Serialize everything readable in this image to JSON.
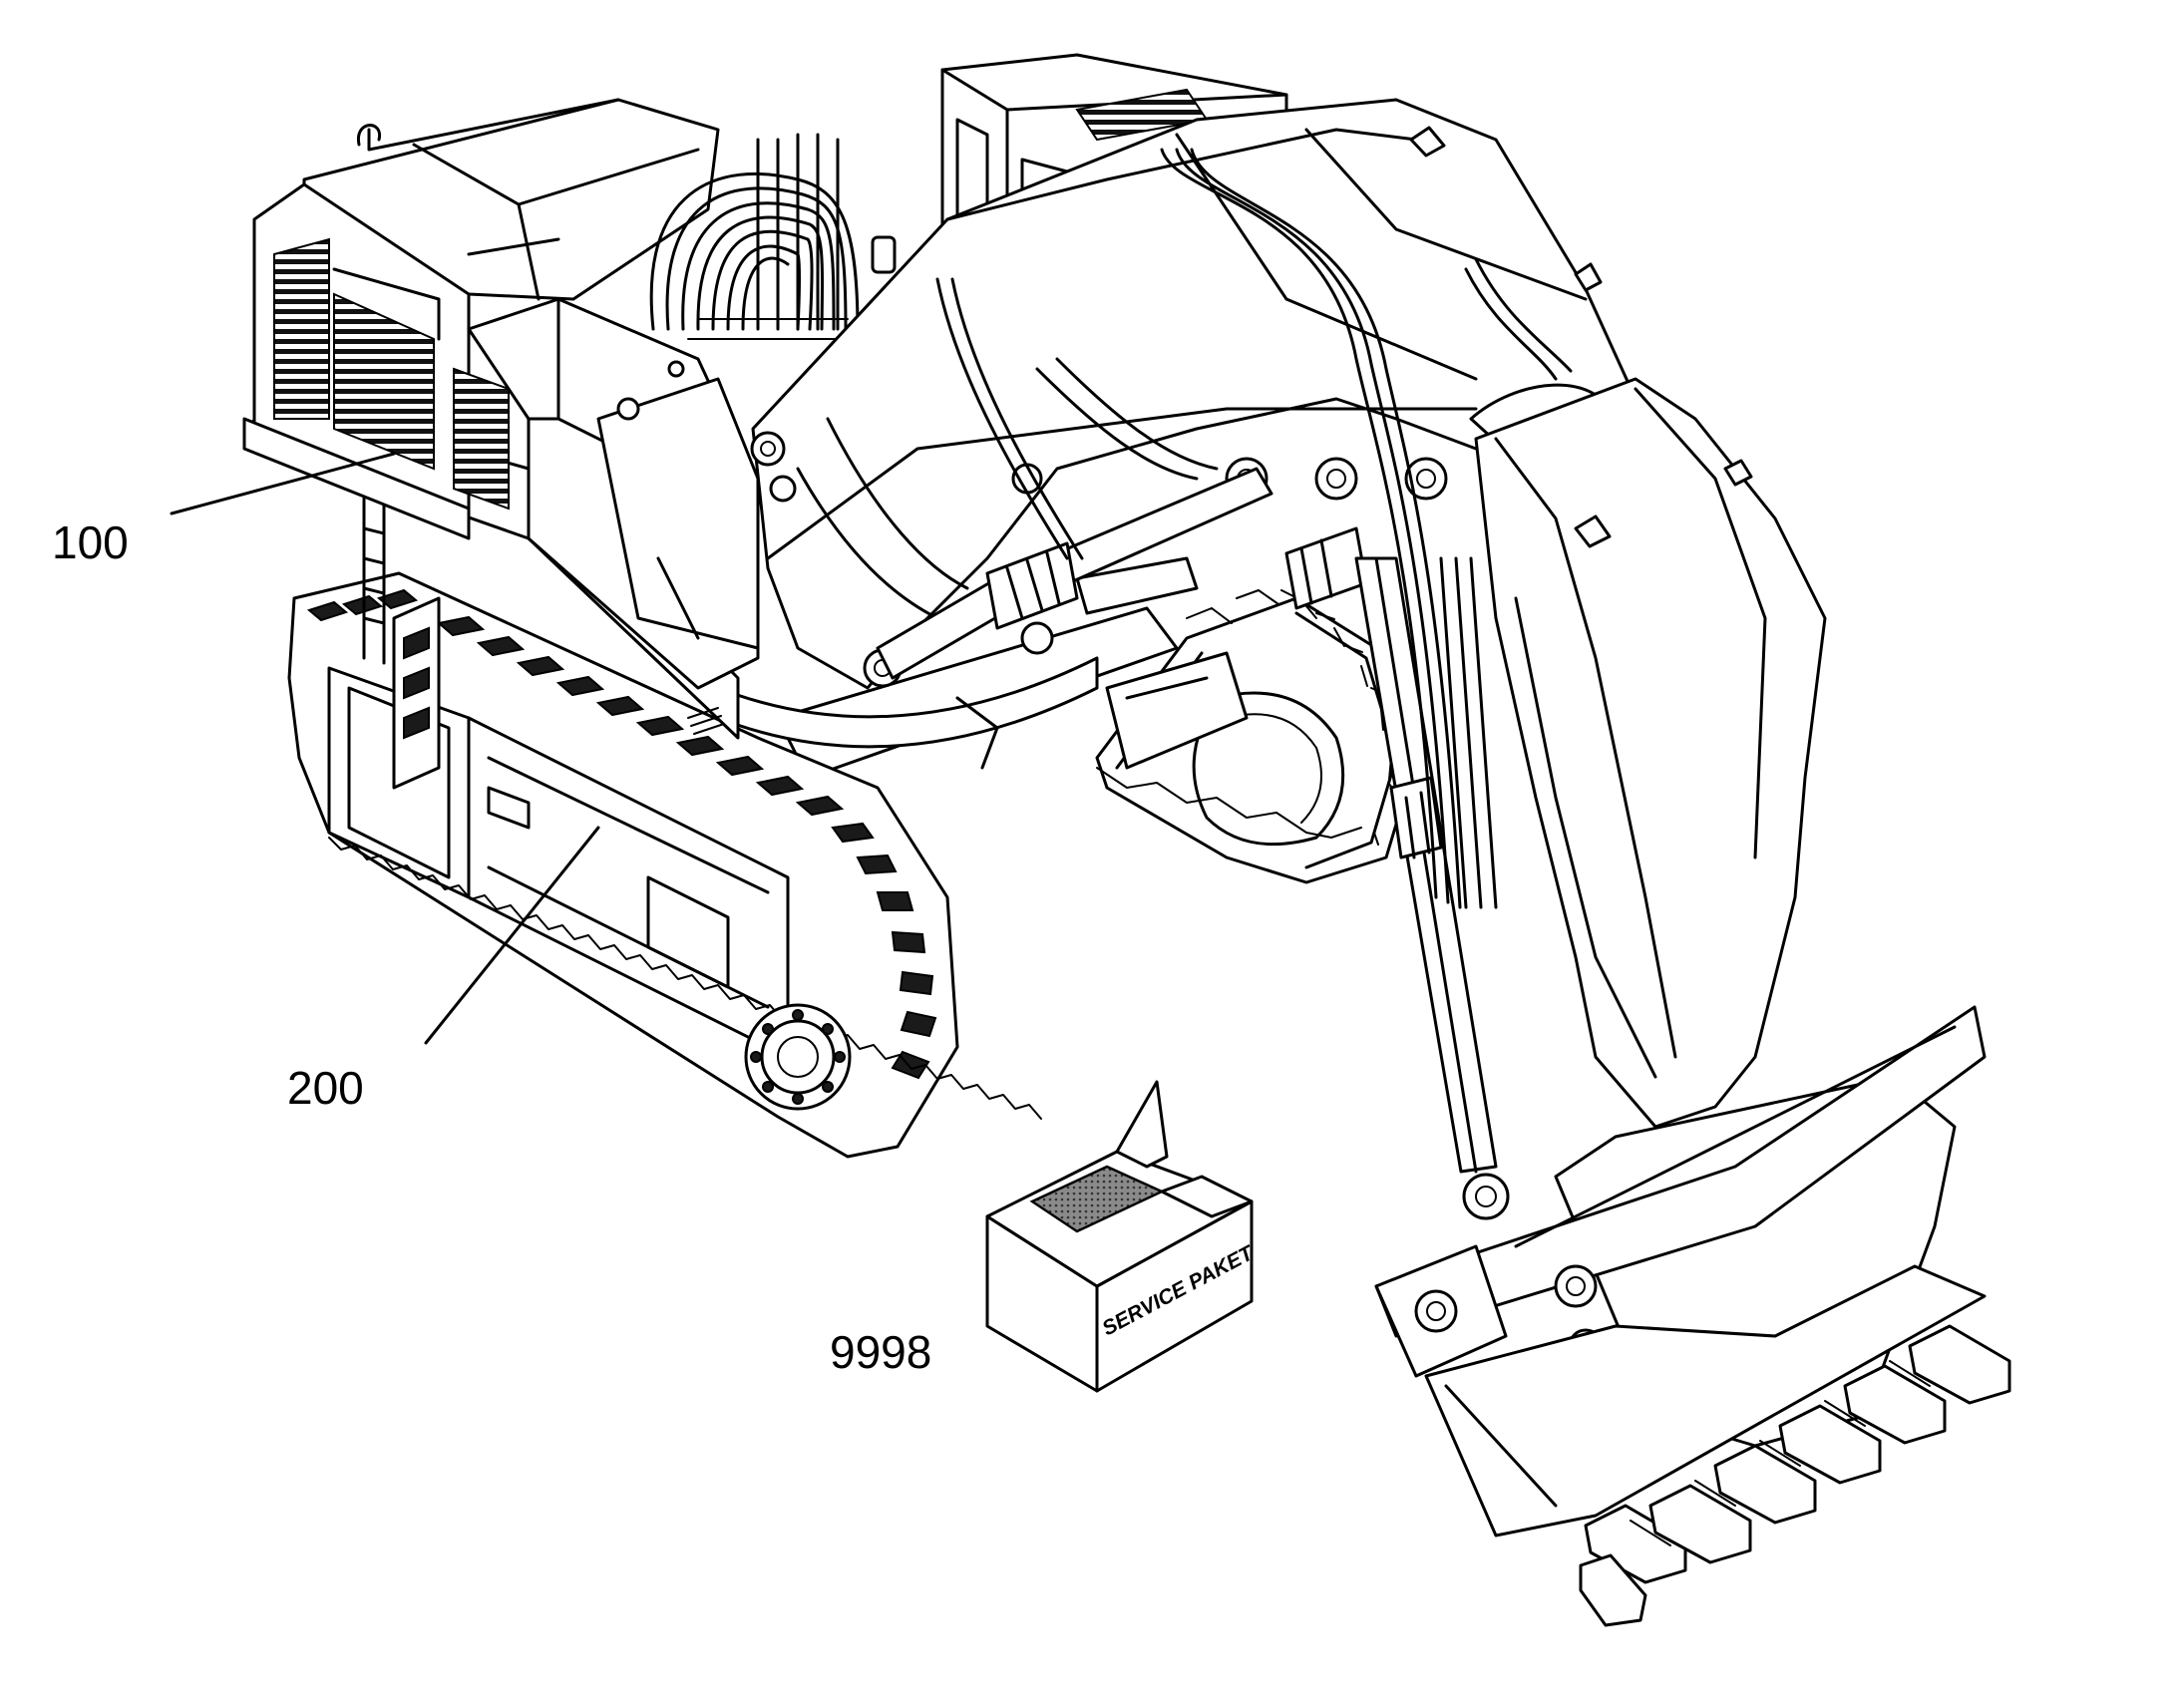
{
  "diagram": {
    "callouts": [
      {
        "id": "excavator-upper-structure",
        "label": "100"
      },
      {
        "id": "undercarriage",
        "label": "200"
      },
      {
        "id": "service-package",
        "label": "9998"
      }
    ],
    "service_box_text": "SERVICE PAKET",
    "colors": {
      "line": "#000000",
      "background": "#ffffff",
      "shading": "#555555"
    }
  }
}
